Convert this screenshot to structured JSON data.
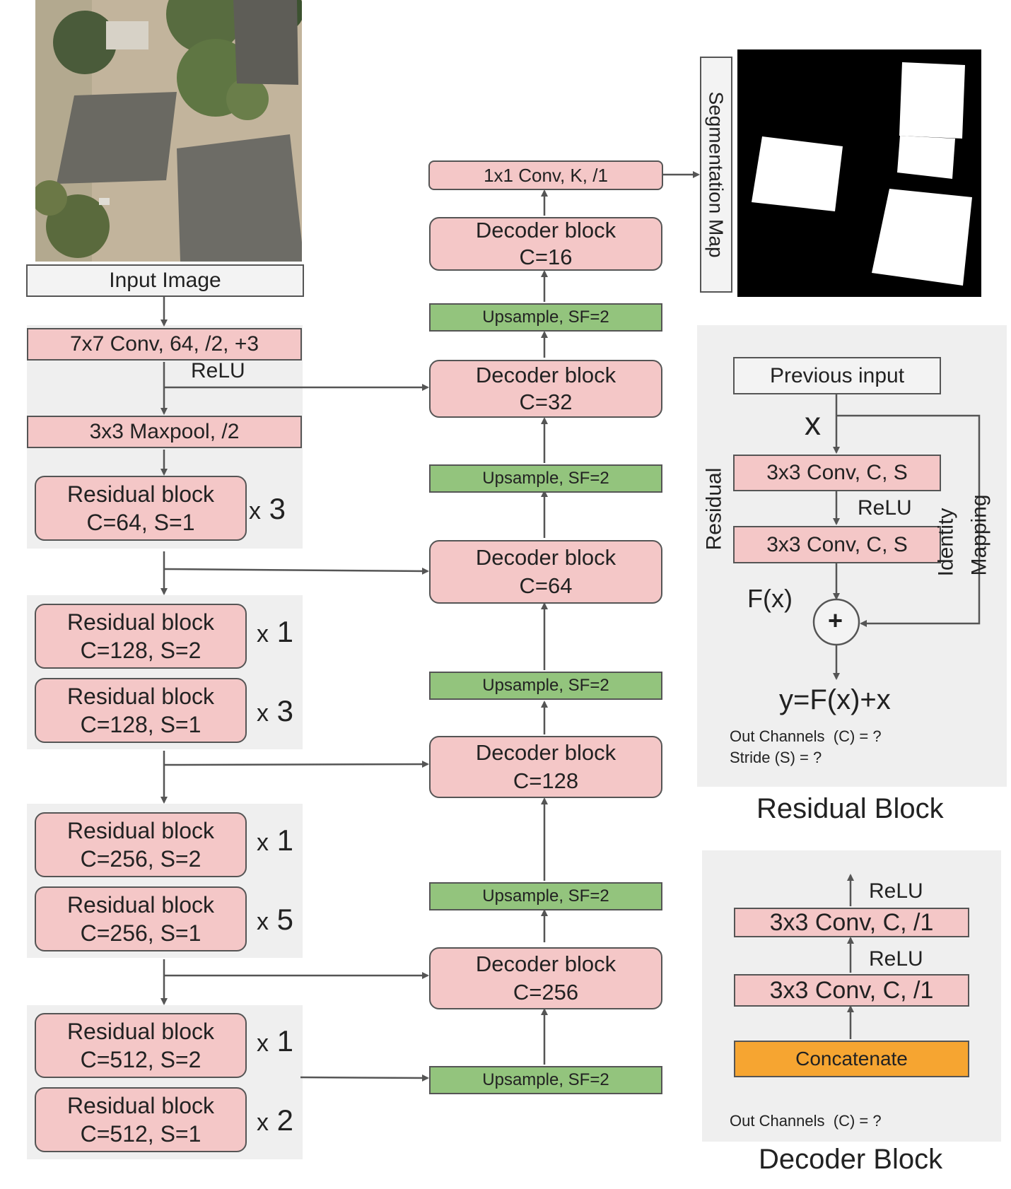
{
  "input_label": "Input Image",
  "encoder": {
    "stem_conv": "7x7 Conv, 64, /2, +3",
    "stem_relu": "ReLU",
    "maxpool": "3x3 Maxpool, /2",
    "stage1": [
      {
        "line1": "Residual block",
        "line2": "C=64, S=1",
        "repeat": "3"
      }
    ],
    "stage2": [
      {
        "line1": "Residual block",
        "line2": "C=128, S=2",
        "repeat": "1"
      },
      {
        "line1": "Residual block",
        "line2": "C=128, S=1",
        "repeat": "3"
      }
    ],
    "stage3": [
      {
        "line1": "Residual block",
        "line2": "C=256, S=2",
        "repeat": "1"
      },
      {
        "line1": "Residual block",
        "line2": "C=256, S=1",
        "repeat": "5"
      }
    ],
    "stage4": [
      {
        "line1": "Residual block",
        "line2": "C=512, S=2",
        "repeat": "1"
      },
      {
        "line1": "Residual block",
        "line2": "C=512, S=1",
        "repeat": "2"
      }
    ],
    "times_symbol": "x"
  },
  "decoder": {
    "final_conv": "1x1 Conv, K, /1",
    "upsample_label": "Upsample, SF=2",
    "blocks": [
      {
        "line1": "Decoder block",
        "line2": "C=16"
      },
      {
        "line1": "Decoder block",
        "line2": "C=32"
      },
      {
        "line1": "Decoder block",
        "line2": "C=64"
      },
      {
        "line1": "Decoder block",
        "line2": "C=128"
      },
      {
        "line1": "Decoder block",
        "line2": "C=256"
      }
    ]
  },
  "segmentation_label": "Segmentation Map",
  "residual_detail": {
    "previous_input": "Previous input",
    "x_label": "x",
    "conv1": "3x3 Conv, C, S",
    "relu": "ReLU",
    "conv2": "3x3 Conv, C, S",
    "fx_label": "F(x)",
    "plus": "+",
    "output": "y=F(x)+x",
    "side_left": "Residual",
    "side_right_1": "Identity",
    "side_right_2": "Mapping",
    "note_channels": "Out Channels  (C) = ?",
    "note_stride": "Stride (S) = ?",
    "title": "Residual Block"
  },
  "decoder_detail": {
    "relu_top": "ReLU",
    "conv_top": "3x3 Conv, C, /1",
    "relu_mid": "ReLU",
    "conv_bottom": "3x3 Conv, C, /1",
    "concat": "Concatenate",
    "note_channels": "Out Channels  (C) = ?",
    "title": "Decoder Block"
  },
  "colors": {
    "block_pink": "#f4c7c7",
    "upsample_green": "#93c47d",
    "concat_orange": "#f6a531",
    "panel_gray": "#efefef",
    "line_gray": "#555555"
  }
}
